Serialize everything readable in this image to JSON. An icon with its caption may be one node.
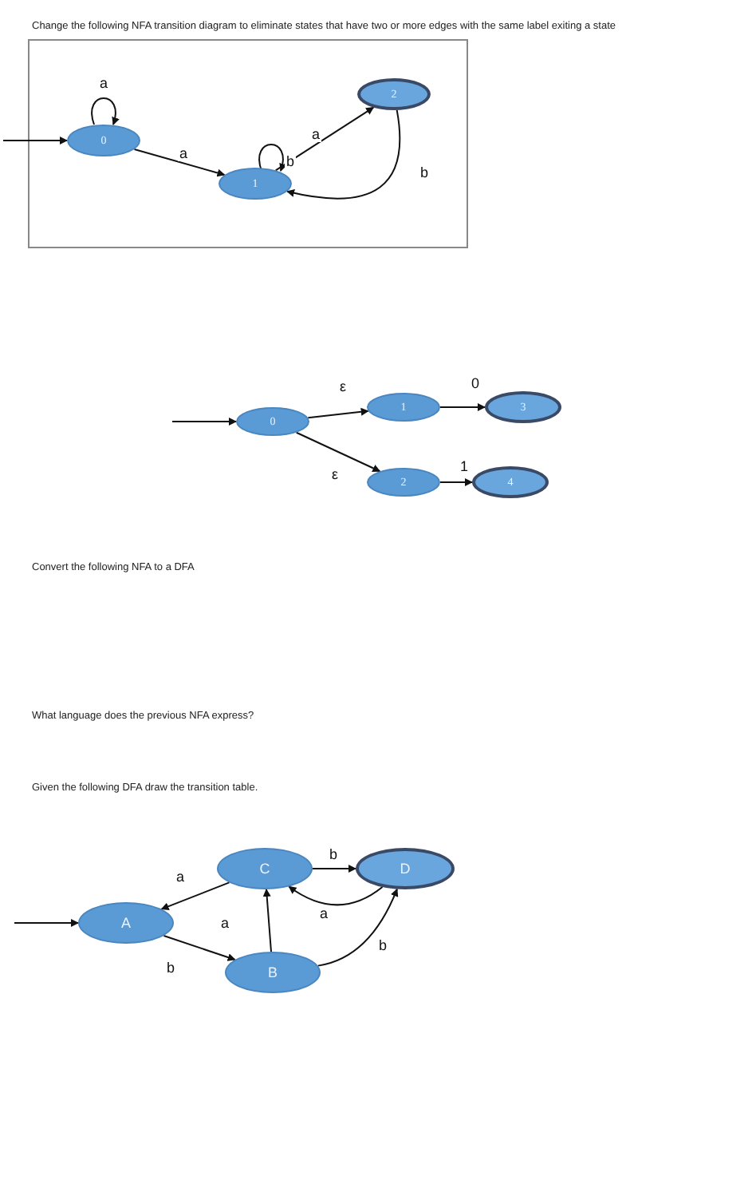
{
  "diagram": {
    "nodes": [
      {
        "text": [
          "0"
        ]
      },
      {
        "text": [
          "1"
        ]
      },
      {
        "text": [
          "2"
        ]
      },
      {
        "text": [
          "0"
        ]
      },
      {
        "text": [
          "1"
        ]
      },
      {
        "text": [
          "2"
        ]
      },
      {
        "text": [
          "3"
        ]
      },
      {
        "text": [
          "4"
        ]
      },
      {
        "text": [
          "A"
        ]
      },
      {
        "text": [
          "C"
        ]
      },
      {
        "text": [
          "D"
        ]
      },
      {
        "text": [
          "B"
        ]
      }
    ],
    "edges": [
      {
        "from": null,
        "to": 0,
        "arrow": "to"
      },
      {
        "from": 0,
        "to": 0,
        "arrow": "to",
        "label": "a"
      },
      {
        "from": 0,
        "to": 1,
        "arrow": "to",
        "label": "a"
      },
      {
        "from": 1,
        "to": 1,
        "arrow": "to",
        "label": "b"
      },
      {
        "from": 1,
        "to": 2,
        "arrow": "to",
        "label": "a"
      },
      {
        "from": 2,
        "to": 1,
        "arrow": "to",
        "label": "b"
      },
      {
        "from": null,
        "to": 3,
        "arrow": "to"
      },
      {
        "from": 3,
        "to": 4,
        "arrow": "to",
        "label": "ε"
      },
      {
        "from": 3,
        "to": 5,
        "arrow": "to",
        "label": "ε"
      },
      {
        "from": 4,
        "to": 6,
        "arrow": "to",
        "label": "0"
      },
      {
        "from": 5,
        "to": 7,
        "arrow": "to",
        "label": "1"
      },
      {
        "from": null,
        "to": 8,
        "arrow": "to"
      },
      {
        "from": 9,
        "to": 8,
        "arrow": "to",
        "label": "a"
      },
      {
        "from": 8,
        "to": 11,
        "arrow": "to",
        "label": "b"
      },
      {
        "from": 11,
        "to": 9,
        "arrow": "to",
        "label": "a"
      },
      {
        "from": 9,
        "to": 10,
        "arrow": "to",
        "label": "b"
      },
      {
        "from": 10,
        "to": 9,
        "arrow": "to",
        "label": "a"
      },
      {
        "from": 11,
        "to": 10,
        "arrow": "to",
        "label": "b"
      }
    ],
    "labels": [
      "Change the following NFA transition diagram to eliminate states that have two or more edges with the same label exiting a state",
      "Convert the following NFA to a DFA",
      "What language does the previous NFA express?",
      "Given the following DFA draw the transition table."
    ]
  }
}
